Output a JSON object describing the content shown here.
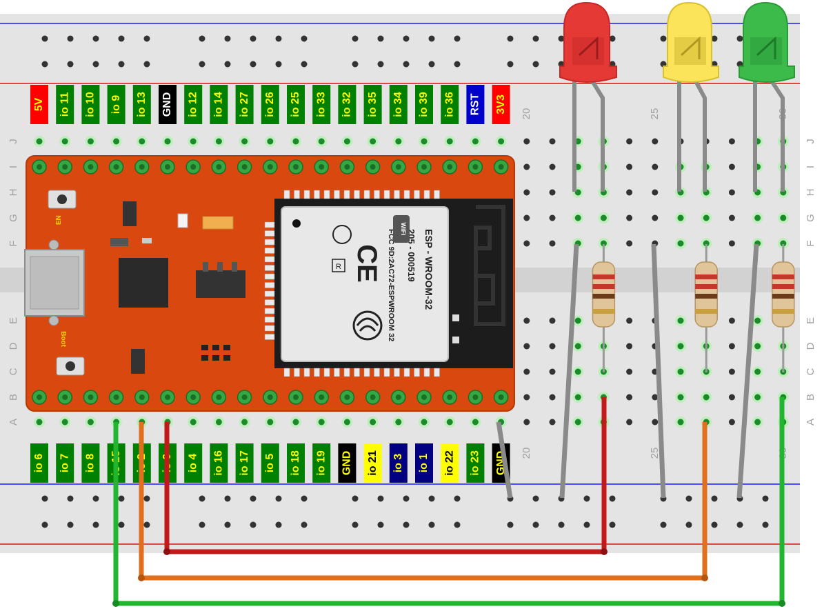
{
  "top_pin_labels": [
    {
      "text": "5V",
      "bg": "#ff0000",
      "fg": "#ffff00"
    },
    {
      "text": "io 11",
      "bg": "#008000",
      "fg": "#ffff00"
    },
    {
      "text": "io 10",
      "bg": "#008000",
      "fg": "#ffff00"
    },
    {
      "text": "io 9",
      "bg": "#008000",
      "fg": "#ffff00"
    },
    {
      "text": "io 13",
      "bg": "#008000",
      "fg": "#ffff00"
    },
    {
      "text": "GND",
      "bg": "#000000",
      "fg": "#ffffff"
    },
    {
      "text": "io 12",
      "bg": "#008000",
      "fg": "#ffff00"
    },
    {
      "text": "io 14",
      "bg": "#008000",
      "fg": "#ffff00"
    },
    {
      "text": "io 27",
      "bg": "#008000",
      "fg": "#ffff00"
    },
    {
      "text": "io 26",
      "bg": "#008000",
      "fg": "#ffff00"
    },
    {
      "text": "io 25",
      "bg": "#008000",
      "fg": "#ffff00"
    },
    {
      "text": "io 33",
      "bg": "#008000",
      "fg": "#ffff00"
    },
    {
      "text": "io 32",
      "bg": "#008000",
      "fg": "#ffff00"
    },
    {
      "text": "io 35",
      "bg": "#008000",
      "fg": "#ffff00"
    },
    {
      "text": "io 34",
      "bg": "#008000",
      "fg": "#ffff00"
    },
    {
      "text": "io 39",
      "bg": "#008000",
      "fg": "#ffff00"
    },
    {
      "text": "io 36",
      "bg": "#008000",
      "fg": "#ffff00"
    },
    {
      "text": "RST",
      "bg": "#0000cc",
      "fg": "#ffffff"
    },
    {
      "text": "3V3",
      "bg": "#ff0000",
      "fg": "#ffff00"
    }
  ],
  "bottom_pin_labels": [
    {
      "text": "io 6",
      "bg": "#008000",
      "fg": "#ffff00"
    },
    {
      "text": "io 7",
      "bg": "#008000",
      "fg": "#ffff00"
    },
    {
      "text": "io 8",
      "bg": "#008000",
      "fg": "#ffff00"
    },
    {
      "text": "io 15",
      "bg": "#008000",
      "fg": "#ffff00"
    },
    {
      "text": "io 2",
      "bg": "#008000",
      "fg": "#ffff00"
    },
    {
      "text": "io 0",
      "bg": "#008000",
      "fg": "#ffff00"
    },
    {
      "text": "io 4",
      "bg": "#008000",
      "fg": "#ffff00"
    },
    {
      "text": "io 16",
      "bg": "#008000",
      "fg": "#ffff00"
    },
    {
      "text": "io 17",
      "bg": "#008000",
      "fg": "#ffff00"
    },
    {
      "text": "io 5",
      "bg": "#008000",
      "fg": "#ffff00"
    },
    {
      "text": "io 18",
      "bg": "#008000",
      "fg": "#ffff00"
    },
    {
      "text": "io 19",
      "bg": "#008000",
      "fg": "#ffff00"
    },
    {
      "text": "GND",
      "bg": "#000000",
      "fg": "#ffff00"
    },
    {
      "text": "io 21",
      "bg": "#ffff00",
      "fg": "#000000"
    },
    {
      "text": "io 3",
      "bg": "#000080",
      "fg": "#ffff00"
    },
    {
      "text": "io 1",
      "bg": "#000080",
      "fg": "#ffff00"
    },
    {
      "text": "io 22",
      "bg": "#ffff00",
      "fg": "#000000"
    },
    {
      "text": "io 23",
      "bg": "#008000",
      "fg": "#ffff00"
    },
    {
      "text": "GND",
      "bg": "#000000",
      "fg": "#ffff00"
    }
  ],
  "row_letters_top": [
    "J",
    "I",
    "H",
    "G",
    "F"
  ],
  "row_letters_bottom": [
    "E",
    "D",
    "C",
    "B",
    "A"
  ],
  "column_numbers": [
    "20",
    "25",
    "30"
  ],
  "board_labels": {
    "en": "EN",
    "boot": "Boot"
  },
  "module": {
    "name": "ESP - WROOM-32",
    "cert1": "205 - 000519",
    "fcc": "FCC  9D:2AC72-ESPWROOM 32",
    "ce": "CE",
    "wifi": "WiFi",
    "r": "R"
  },
  "leds": [
    {
      "color": "red",
      "fill": "#e53935"
    },
    {
      "color": "yellow",
      "fill": "#fbe35a"
    },
    {
      "color": "green",
      "fill": "#3dbb4a"
    }
  ],
  "wire_colors": {
    "red": "#c21a1a",
    "orange": "#e0701e",
    "green": "#22b52f",
    "gray": "#8a8a8a"
  },
  "board_color": "#d9480f",
  "breadboard_color": "#e6e6e6"
}
